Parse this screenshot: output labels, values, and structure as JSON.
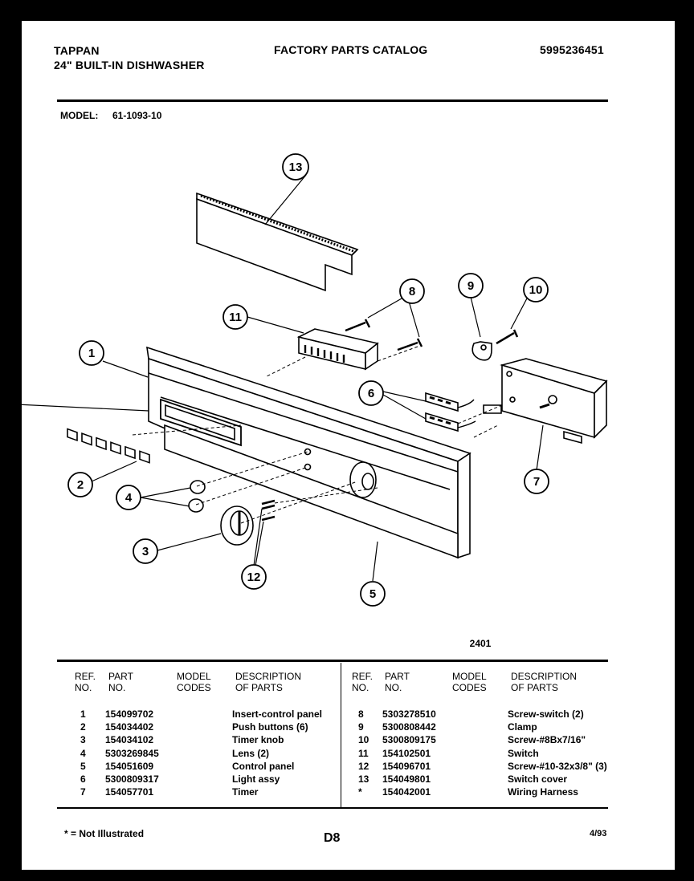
{
  "header": {
    "brand": "TAPPAN",
    "product": "24\" BUILT-IN DISHWASHER",
    "catalog_title": "FACTORY PARTS CATALOG",
    "catalog_number": "5995236451",
    "model_label": "MODEL:",
    "model_number": "61-1093-10"
  },
  "diagram": {
    "callouts": [
      "1",
      "2",
      "3",
      "4",
      "5",
      "6",
      "7",
      "8",
      "9",
      "10",
      "11",
      "12",
      "13"
    ],
    "figure_number": "2401"
  },
  "table": {
    "headers": {
      "ref": "REF.\nNO.",
      "part": "PART\nNO.",
      "model": "MODEL\nCODES",
      "desc": "DESCRIPTION\nOF PARTS"
    },
    "left_rows": [
      {
        "ref": "1",
        "part": "154099702",
        "model": "",
        "desc": "Insert-control panel"
      },
      {
        "ref": "2",
        "part": "154034402",
        "model": "",
        "desc": "Push buttons (6)"
      },
      {
        "ref": "3",
        "part": "154034102",
        "model": "",
        "desc": "Timer knob"
      },
      {
        "ref": "4",
        "part": "5303269845",
        "model": "",
        "desc": "Lens (2)"
      },
      {
        "ref": "5",
        "part": "154051609",
        "model": "",
        "desc": "Control panel"
      },
      {
        "ref": "6",
        "part": "5300809317",
        "model": "",
        "desc": "Light assy"
      },
      {
        "ref": "7",
        "part": "154057701",
        "model": "",
        "desc": "Timer"
      }
    ],
    "right_rows": [
      {
        "ref": "8",
        "part": "5303278510",
        "model": "",
        "desc": "Screw-switch (2)"
      },
      {
        "ref": "9",
        "part": "5300808442",
        "model": "",
        "desc": "Clamp"
      },
      {
        "ref": "10",
        "part": "5300809175",
        "model": "",
        "desc": "Screw-#8Bx7/16\""
      },
      {
        "ref": "11",
        "part": "154102501",
        "model": "",
        "desc": "Switch"
      },
      {
        "ref": "12",
        "part": "154096701",
        "model": "",
        "desc": "Screw-#10-32x3/8\" (3)"
      },
      {
        "ref": "13",
        "part": "154049801",
        "model": "",
        "desc": "Switch cover"
      },
      {
        "ref": "*",
        "part": "154042001",
        "model": "",
        "desc": "Wiring Harness"
      }
    ]
  },
  "footer": {
    "note": "* = Not Illustrated",
    "page": "D8",
    "date": "4/93"
  }
}
